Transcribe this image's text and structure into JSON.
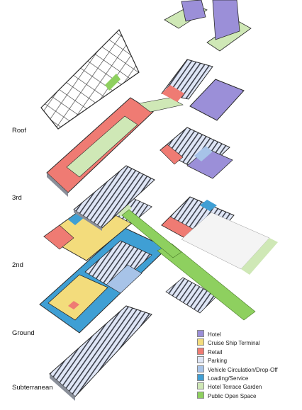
{
  "levels": [
    {
      "key": "roof",
      "label": "Roof"
    },
    {
      "key": "third",
      "label": "3rd"
    },
    {
      "key": "second",
      "label": "2nd"
    },
    {
      "key": "ground",
      "label": "Ground"
    },
    {
      "key": "subterranean",
      "label": "Subterranean"
    }
  ],
  "legend": [
    {
      "label": "Hotel",
      "color": "#9b8fd8"
    },
    {
      "label": "Cruise Ship Terminal",
      "color": "#f3dc7c"
    },
    {
      "label": "Retail",
      "color": "#ef7b73"
    },
    {
      "label": "Parking",
      "color": "#dfe6f6"
    },
    {
      "label": "Vehicle Circulation/Drop-Off",
      "color": "#a7c3e8"
    },
    {
      "label": "Loading/Service",
      "color": "#3f9fd4"
    },
    {
      "label": "Hotel Terrace Garden",
      "color": "#cfe8b6"
    },
    {
      "label": "Public Open Space",
      "color": "#8ed05f"
    }
  ],
  "colors": {
    "outline": "#2a2a2a",
    "parking": "#dfe6f6",
    "parking_dark": "#3b3f4a",
    "hotel": "#9b8fd8",
    "terminal": "#f3dc7c",
    "retail": "#ef7b73",
    "vehicle": "#a7c3e8",
    "loading": "#3f9fd4",
    "terrace": "#cfe8b6",
    "open_space": "#8ed05f"
  }
}
